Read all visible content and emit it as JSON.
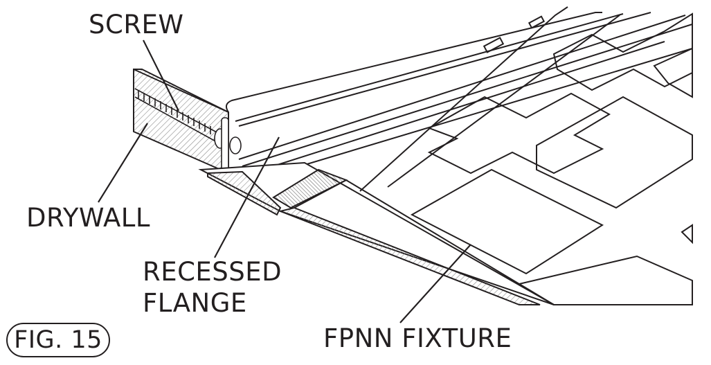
{
  "labels": {
    "screw": "SCREW",
    "drywall": "DRYWALL",
    "recessed_line1": "RECESSED",
    "recessed_line2": "FLANGE",
    "fixture": "FPNN FIXTURE"
  },
  "figure": {
    "caption": "FIG. 15"
  },
  "colors": {
    "ink": "#231f20",
    "hatch": "#8c8c8c",
    "background": "#ffffff"
  }
}
